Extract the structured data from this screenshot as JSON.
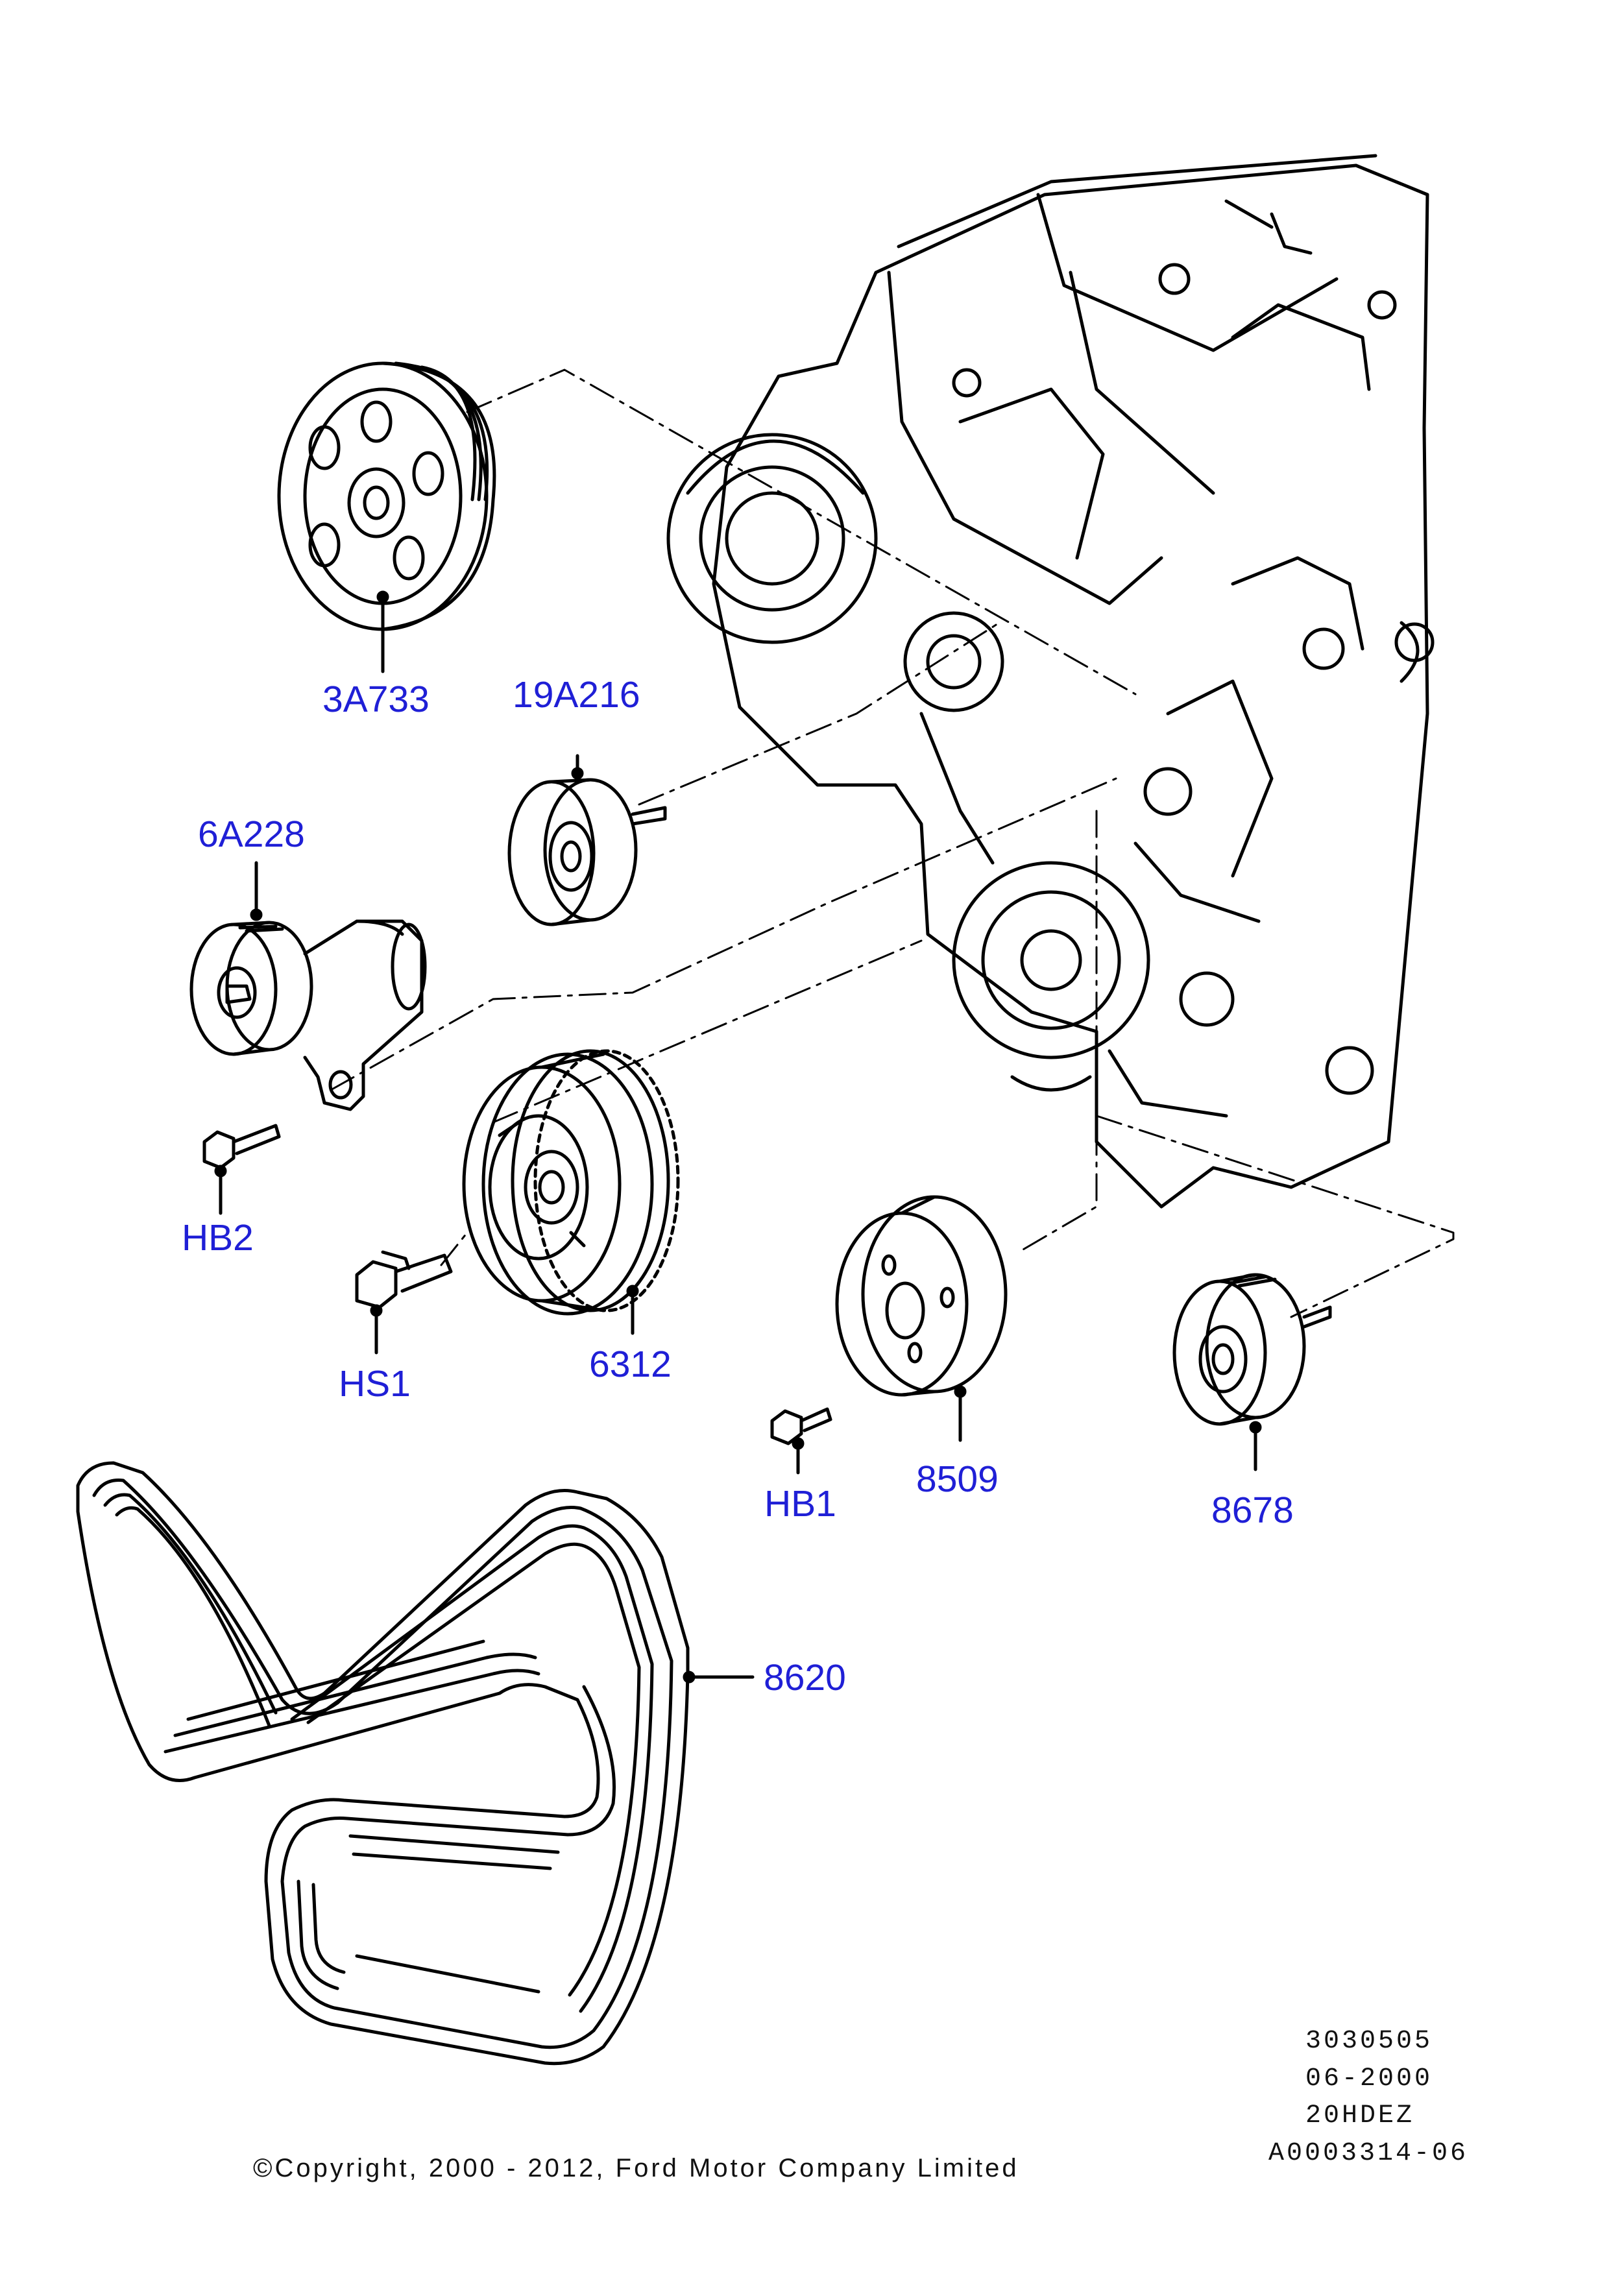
{
  "callouts": {
    "c_3a733": "3A733",
    "c_19a216": "19A216",
    "c_6a228": "6A228",
    "c_hb2": "HB2",
    "c_hs1": "HS1",
    "c_6312": "6312",
    "c_hb1": "HB1",
    "c_8509": "8509",
    "c_8678": "8678",
    "c_8620": "8620"
  },
  "reference": {
    "line1": "3030505",
    "line2": "06-2000",
    "line3": "20HDEZ",
    "line4": "A0003314-06"
  },
  "copyright": "©Copyright, 2000 - 2012, Ford Motor Company Limited",
  "colors": {
    "callout_text": "#1f1fd6",
    "line_art": "#000000",
    "background": "#ffffff"
  }
}
